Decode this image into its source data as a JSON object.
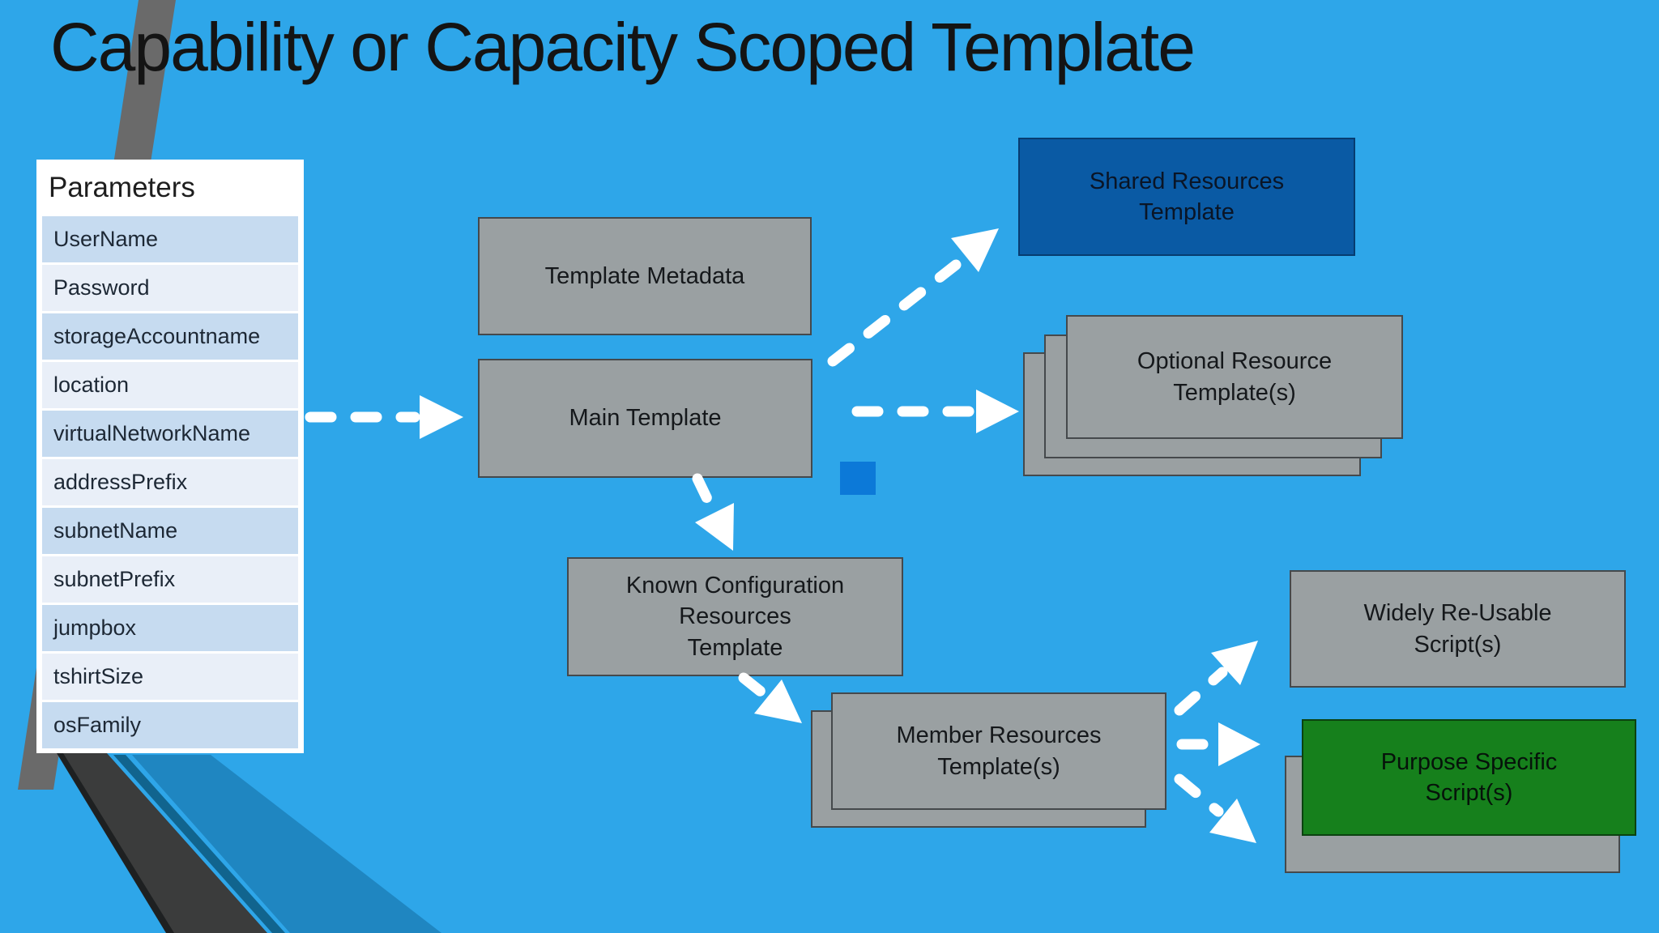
{
  "slide": {
    "title": "Capability or Capacity Scoped Template"
  },
  "parameters_panel": {
    "header": "Parameters",
    "rows": [
      "UserName",
      "Password",
      "storageAccountname",
      "location",
      "virtualNetworkName",
      "addressPrefix",
      "subnetName",
      "subnetPrefix",
      "jumpbox",
      "tshirtSize",
      "osFamily"
    ]
  },
  "diagram": {
    "template_metadata": "Template Metadata",
    "main_template": "Main Template",
    "shared_resources": "Shared Resources\nTemplate",
    "optional_resources": "Optional Resource\nTemplate(s)",
    "known_configuration": "Known Configuration\nResources\nTemplate",
    "member_resources": "Member Resources\nTemplate(s)",
    "widely_reusable": "Widely Re-Usable\nScript(s)",
    "purpose_specific": "Purpose Specific\nScript(s)"
  },
  "colors": {
    "background": "#2EA6E9",
    "box_gray": "#9AA0A2",
    "box_gray_border": "#45494C",
    "box_blue": "#0A5AA4",
    "box_green": "#16801C",
    "accent_square": "#0C79D8",
    "arrow": "#FFFFFF",
    "row_dark": "#C6DBF0",
    "row_light": "#E9EFF8",
    "stripe_top": "#6A6A6A",
    "stripe_dark": "#3B3C3C",
    "stripe_teal": "#1F86C1",
    "stripe_teal_dark": "#11648E"
  }
}
